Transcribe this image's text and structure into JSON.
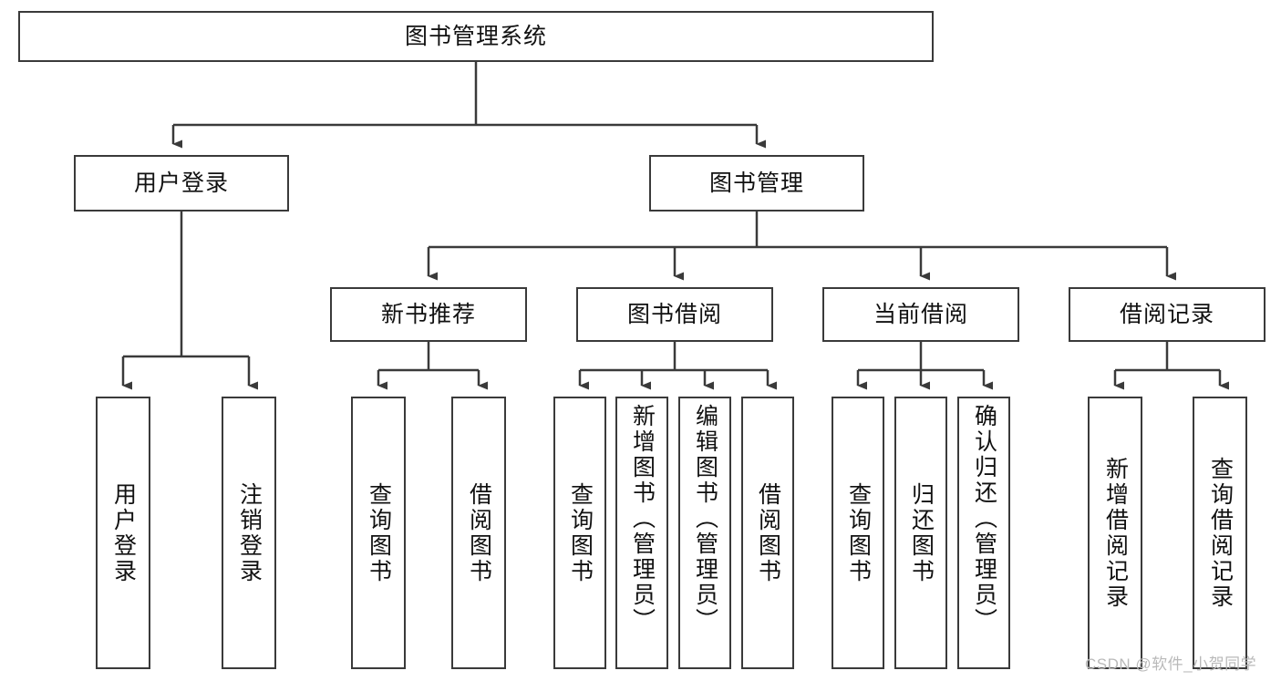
{
  "diagram": {
    "title": "图书管理系统",
    "type": "tree-hierarchy-diagram",
    "root": {
      "label": "图书管理系统"
    },
    "level2": [
      {
        "label": "用户登录"
      },
      {
        "label": "图书管理"
      }
    ],
    "level3": [
      {
        "label": "新书推荐"
      },
      {
        "label": "图书借阅"
      },
      {
        "label": "当前借阅"
      },
      {
        "label": "借阅记录"
      }
    ],
    "leaves": {
      "user_login": [
        {
          "label": "用户登录"
        },
        {
          "label": "注销登录"
        }
      ],
      "new_book_recommend": [
        {
          "label": "查询图书"
        },
        {
          "label": "借阅图书"
        }
      ],
      "book_borrow": [
        {
          "label": "查询图书"
        },
        {
          "label": "新增图书（管理员）"
        },
        {
          "label": "编辑图书（管理员）"
        },
        {
          "label": "借阅图书"
        }
      ],
      "current_borrow": [
        {
          "label": "查询图书"
        },
        {
          "label": "归还图书"
        },
        {
          "label": "确认归还（管理员）"
        }
      ],
      "borrow_record": [
        {
          "label": "新增借阅记录"
        },
        {
          "label": "查询借阅记录"
        }
      ]
    }
  },
  "watermark": {
    "text": "CSDN @软件_小贺同学"
  },
  "colors": {
    "stroke": "#3a3a3a",
    "text": "#111111",
    "background": "#ffffff",
    "watermark": "#b9b9b9"
  }
}
